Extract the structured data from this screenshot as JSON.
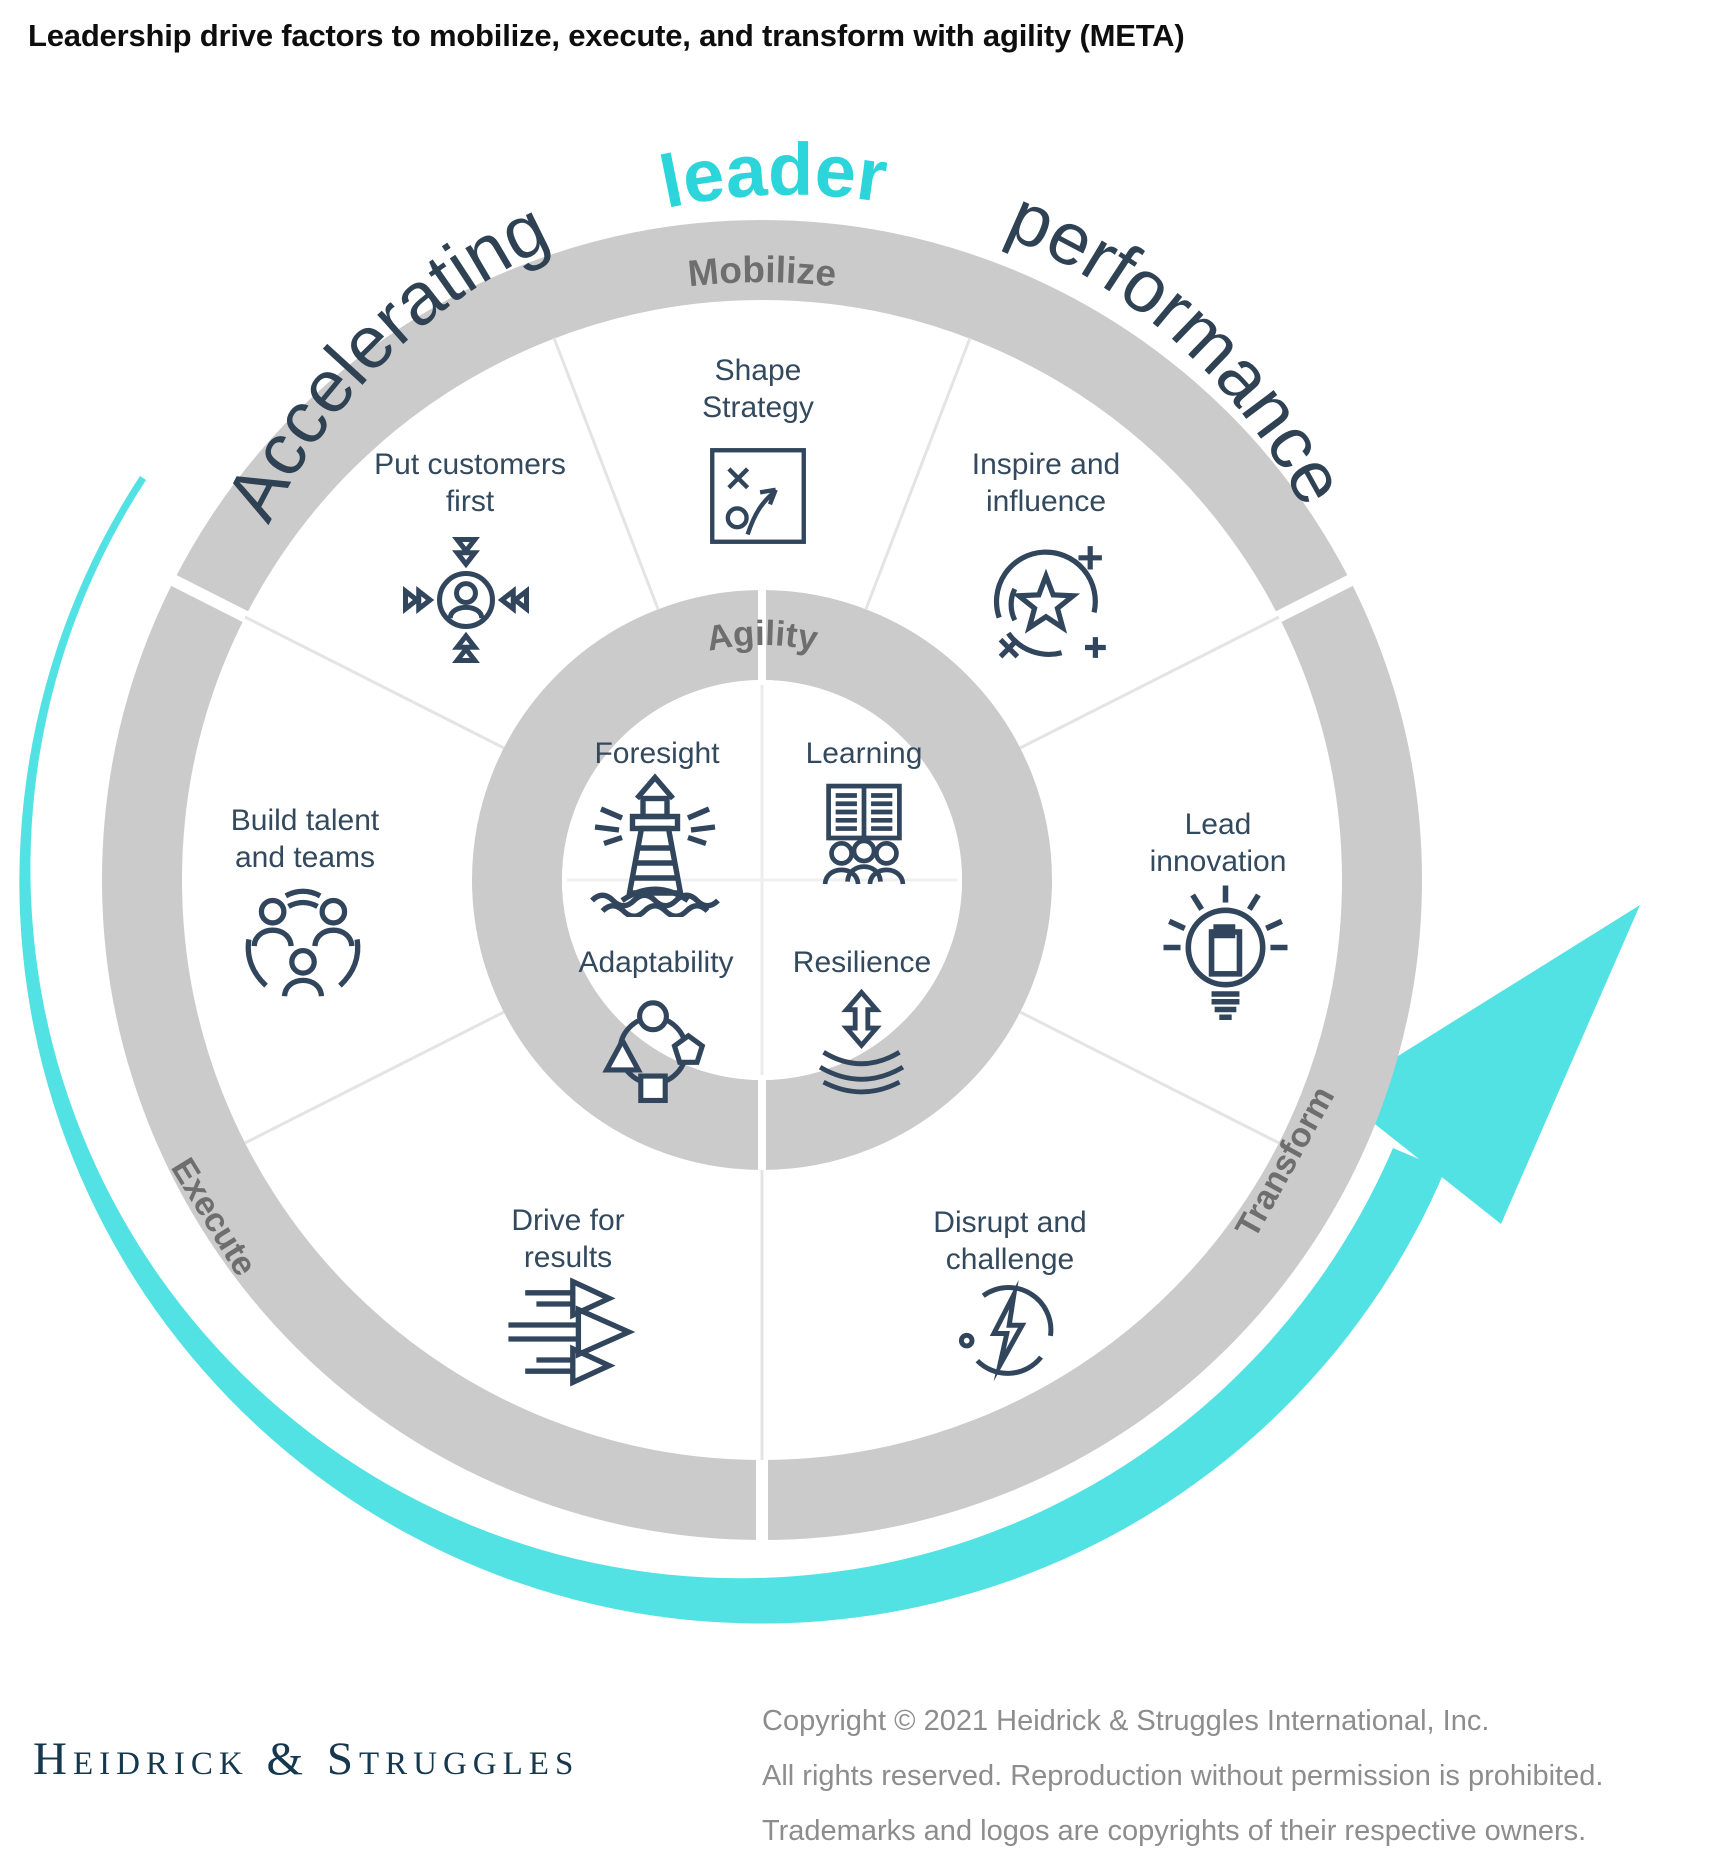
{
  "page_title": "Leadership drive factors to mobilize, execute, and transform with agility (META)",
  "curved_header": {
    "prefix": "Accelerating",
    "highlight": "leader",
    "suffix": "performance"
  },
  "wheel": {
    "section_labels": {
      "top": "Mobilize",
      "bottom_left": "Execute",
      "bottom_right": "Transform"
    },
    "inner_ring_label": "Agility",
    "outer_items": [
      {
        "id": "shape-strategy",
        "lines": [
          "Shape",
          "Strategy"
        ]
      },
      {
        "id": "put-customers-first",
        "lines": [
          "Put customers",
          "first"
        ]
      },
      {
        "id": "inspire-and-influence",
        "lines": [
          "Inspire and",
          "influence"
        ]
      },
      {
        "id": "build-talent-and-teams",
        "lines": [
          "Build talent",
          "and teams"
        ]
      },
      {
        "id": "lead-innovation",
        "lines": [
          "Lead",
          "innovation"
        ]
      },
      {
        "id": "drive-for-results",
        "lines": [
          "Drive for",
          "results"
        ]
      },
      {
        "id": "disrupt-and-challenge",
        "lines": [
          "Disrupt and",
          "challenge"
        ]
      }
    ],
    "inner_items": [
      {
        "id": "foresight",
        "label": "Foresight"
      },
      {
        "id": "learning",
        "label": "Learning"
      },
      {
        "id": "adaptability",
        "label": "Adaptability"
      },
      {
        "id": "resilience",
        "label": "Resilience"
      }
    ]
  },
  "colors": {
    "accent_cyan": "#53E2E4",
    "highlight_cyan": "#2BD5D9",
    "ring_gray": "#CBCBCB",
    "icon_navy": "#31465C",
    "ring_label_gray": "#6E6E6E",
    "label_navy": "#33495D"
  },
  "footer": {
    "logo_text": "Heidrick & Struggles",
    "copyright_lines": [
      "Copyright © 2021 Heidrick & Struggles International, Inc.",
      "All rights reserved. Reproduction without permission is prohibited.",
      "Trademarks and logos are copyrights of their respective owners."
    ]
  }
}
